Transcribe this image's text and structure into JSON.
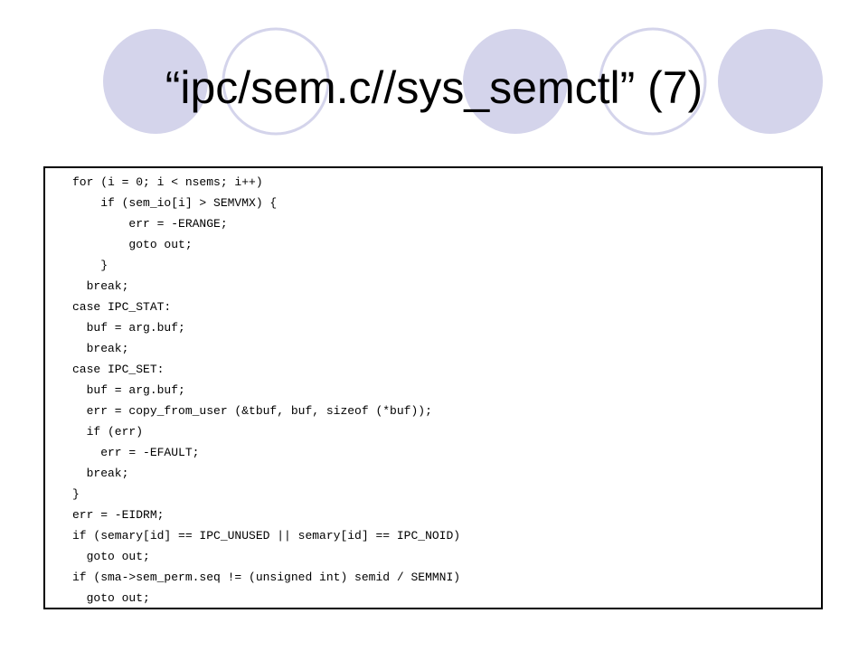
{
  "slide": {
    "title": "“ipc/sem.c//sys_semctl” (7)",
    "decoration": {
      "fill_color": "#d4d4eb",
      "ring_color": "#ffffff"
    },
    "code_lines": [
      "for (i = 0; i < nsems; i++)",
      "    if (sem_io[i] > SEMVMX) {",
      "        err = -ERANGE;",
      "        goto out;",
      "    }",
      "  break;",
      "case IPC_STAT:",
      "  buf = arg.buf;",
      "  break;",
      "case IPC_SET:",
      "  buf = arg.buf;",
      "  err = copy_from_user (&tbuf, buf, sizeof (*buf));",
      "  if (err)",
      "    err = -EFAULT;",
      "  break;",
      "}",
      "err = -EIDRM;",
      "if (semary[id] == IPC_UNUSED || semary[id] == IPC_NOID)",
      "  goto out;",
      "if (sma->sem_perm.seq != (unsigned int) semid / SEMMNI)",
      "  goto out;"
    ]
  }
}
